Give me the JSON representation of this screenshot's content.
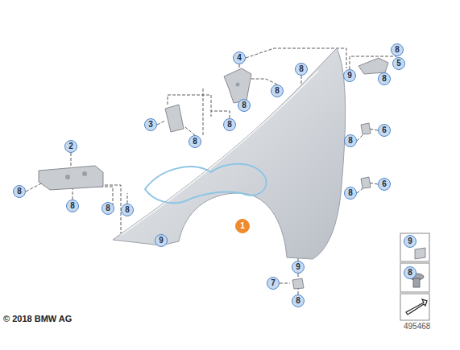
{
  "diagram": {
    "nodes": [
      {
        "text": [
          "8"
        ]
      },
      {
        "text": [
          "4"
        ]
      },
      {
        "text": [
          "5"
        ]
      },
      {
        "text": [
          "8"
        ]
      },
      {
        "text": [
          "9"
        ]
      },
      {
        "text": [
          "8"
        ]
      },
      {
        "text": [
          "8"
        ]
      },
      {
        "text": [
          "8"
        ]
      },
      {
        "text": [
          "3"
        ]
      },
      {
        "text": [
          "8"
        ]
      },
      {
        "text": [
          "6"
        ]
      },
      {
        "text": [
          "8"
        ]
      },
      {
        "text": [
          "8"
        ]
      },
      {
        "text": [
          "2"
        ]
      },
      {
        "text": [
          "6"
        ]
      },
      {
        "text": [
          "8"
        ]
      },
      {
        "text": [
          "8"
        ]
      },
      {
        "text": [
          "8"
        ]
      },
      {
        "text": [
          "8"
        ]
      },
      {
        "text": [
          "8"
        ]
      },
      {
        "text": [
          "1"
        ]
      },
      {
        "text": [
          "9"
        ]
      },
      {
        "text": [
          "9"
        ]
      },
      {
        "text": [
          "9"
        ]
      },
      {
        "text": [
          "8"
        ]
      },
      {
        "text": [
          "7"
        ]
      },
      {
        "text": [
          "8"
        ]
      }
    ],
    "labels": [
      "© 2018 BMW AG",
      "495468"
    ]
  }
}
